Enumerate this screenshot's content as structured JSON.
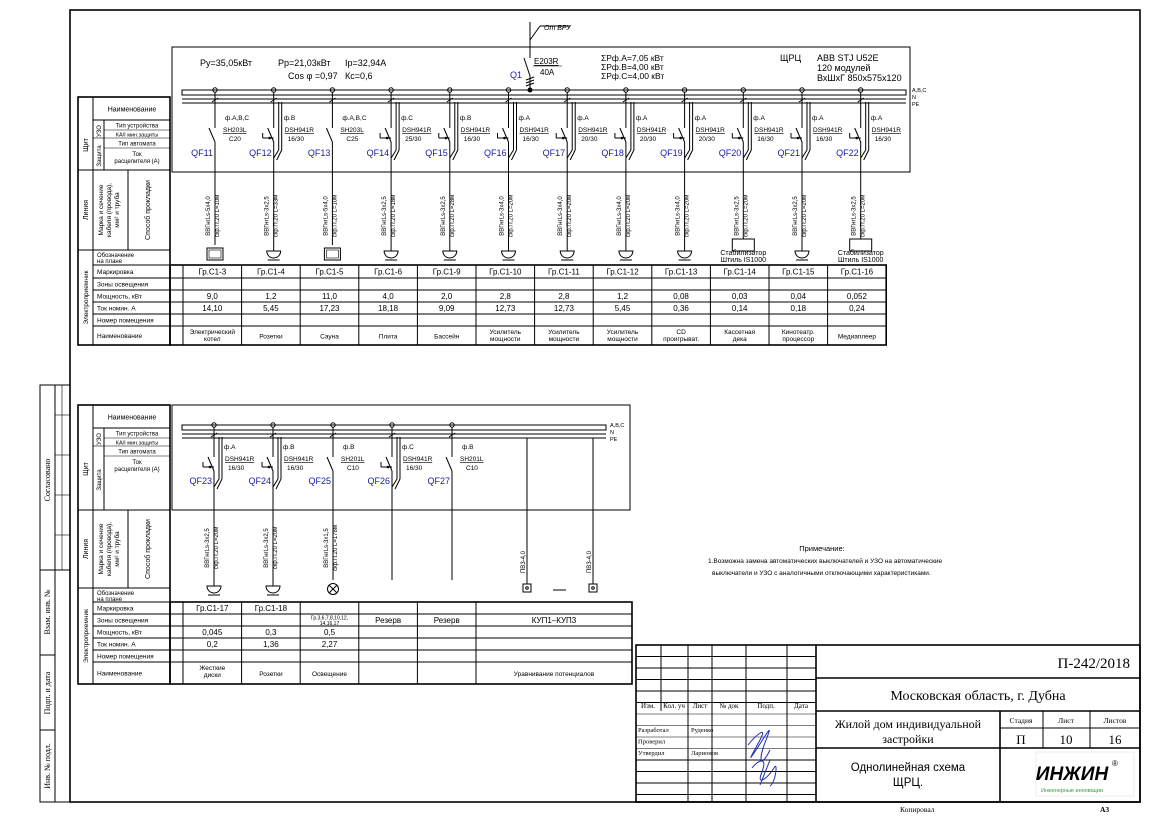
{
  "panel": {
    "py": "Ру=35,05кВт",
    "pp": "Рр=21,03кВт",
    "ip": "Iр=32,94А",
    "cos": "Cos φ =0,97",
    "kc": "Кс=0,6",
    "q1": "Q1",
    "feed": "От ВРУ",
    "main_model": "E203R",
    "main_rating": "40А",
    "phase_sums": [
      "ΣPф.А=7,05  кВт",
      "ΣPф.В=4,00  кВт",
      "ΣPф.С=4,00  кВт"
    ],
    "name": "ЩРЦ",
    "enclosure": [
      "ABB STJ U52E",
      "120 модулей",
      "ВхШхГ 850х575х120"
    ],
    "bus_labels": [
      "А,В,С",
      "N",
      "PE"
    ]
  },
  "row_labels": {
    "shield": "Щит",
    "rcd": "УЗО",
    "protection": "Защита",
    "line": "Линия",
    "receiver": "Электроприемник",
    "name_header": "Наименование",
    "device_type": "Тип устройства",
    "ka_min": "КА/I мин.защиты",
    "breaker_type": "Тип автомата",
    "trip_current": [
      "Ток",
      "расцепителя (А)"
    ],
    "cable_brand": [
      "Марка и сечение",
      "кабеля (провода),",
      "мм² и труба"
    ],
    "laying": "Способ прокладки",
    "plan_mark": [
      "Обозначение",
      "на плане"
    ],
    "marking": "Маркировка",
    "zones": "Зоны освещения",
    "power": "Мощность, кВт",
    "current": "Ток номин. А",
    "room": "Номер помещения",
    "name": "Наименование"
  },
  "top_circuits": [
    {
      "id": "QF11",
      "phase": "ф.А,В,С",
      "type": "mcb",
      "model": "SH203L",
      "rating": "C20",
      "cable": "ВВГнгLs-5х4,0",
      "route": "скр.П.20  L=10м",
      "load": "box",
      "group": "Гр.С1-3",
      "zone": "",
      "power": "9,0",
      "current": "14,10",
      "room": "",
      "name": [
        "Электрический",
        "котел"
      ]
    },
    {
      "id": "QF12",
      "phase": "ф.В",
      "type": "rcbo",
      "model": "DSH941R",
      "rating": "16/30",
      "cable": "ВВГнгLs-3х2,5",
      "route": "скр.П.20  L=33м",
      "load": "socket",
      "group": "Гр.С1-4",
      "zone": "",
      "power": "1,2",
      "current": "5,45",
      "room": "",
      "name": [
        "Розетки"
      ]
    },
    {
      "id": "QF13",
      "phase": "ф.А,В,С",
      "type": "mcb",
      "model": "SH203L",
      "rating": "C25",
      "cable": "ВВГнгLs-5х4,0",
      "route": "скр.П.20  L=10м",
      "load": "box",
      "group": "Гр.С1-5",
      "zone": "",
      "power": "11,0",
      "current": "17,23",
      "room": "",
      "name": [
        "Сауна"
      ]
    },
    {
      "id": "QF14",
      "phase": "ф.С",
      "type": "rcbo",
      "model": "DSH941R",
      "rating": "25/30",
      "cable": "ВВГнгLs-3х2,5",
      "route": "скр.П.20  L=18м",
      "load": "socket",
      "group": "Гр.С1-6",
      "zone": "",
      "power": "4,0",
      "current": "18,18",
      "room": "",
      "name": [
        "Плита"
      ]
    },
    {
      "id": "QF15",
      "phase": "ф.В",
      "type": "rcbo",
      "model": "DSH941R",
      "rating": "16/30",
      "cable": "ВВГнгLs-3х2,5",
      "route": "скр.П.20  L=28м",
      "load": "socket",
      "group": "Гр.С1-9",
      "zone": "",
      "power": "2,0",
      "current": "9,09",
      "room": "",
      "name": [
        "Бассейн"
      ]
    },
    {
      "id": "QF16",
      "phase": "ф.А",
      "type": "rcbo",
      "model": "DSH941R",
      "rating": "16/30",
      "cable": "ВВГнгLs-3х4,0",
      "route": "скр.П.20  L=20м",
      "load": "socket",
      "group": "Гр.С1-10",
      "zone": "",
      "power": "2,8",
      "current": "12,73",
      "room": "",
      "name": [
        "Усилитель",
        "мощности"
      ]
    },
    {
      "id": "QF17",
      "phase": "ф.А",
      "type": "rcbo",
      "model": "DSH941R",
      "rating": "20/30",
      "cable": "ВВГнгLs-3х4,0",
      "route": "скр.П.20  L=20м",
      "load": "socket",
      "group": "Гр.С1-11",
      "zone": "",
      "power": "2,8",
      "current": "12,73",
      "room": "",
      "name": [
        "Усилитель",
        "мощности"
      ]
    },
    {
      "id": "QF18",
      "phase": "ф.А",
      "type": "rcbo",
      "model": "DSH941R",
      "rating": "20/30",
      "cable": "ВВГнгLs-3х4,0",
      "route": "скр.П.20  L=20м",
      "load": "socket",
      "group": "Гр.С1-12",
      "zone": "",
      "power": "1,2",
      "current": "5,45",
      "room": "",
      "name": [
        "Усилитель",
        "мощности"
      ]
    },
    {
      "id": "QF19",
      "phase": "ф.А",
      "type": "rcbo",
      "model": "DSH941R",
      "rating": "20/30",
      "cable": "ВВГнгLs-3х4,0",
      "route": "скр.П.20  L=20м",
      "load": "socket",
      "group": "Гр.С1-13",
      "zone": "",
      "power": "0,08",
      "current": "0,36",
      "room": "",
      "name": [
        "CD",
        "проигрыват."
      ]
    },
    {
      "id": "QF20",
      "phase": "ф.А",
      "type": "rcbo",
      "model": "DSH941R",
      "rating": "16/30",
      "cable": "ВВГнгLs-3х2,5",
      "route": "скр.П.20  L=20м",
      "load": "stabilizer",
      "load_label": [
        "Стабилизатор",
        "Штиль IS1000"
      ],
      "group": "Гр.С1-14",
      "zone": "",
      "power": "0,03",
      "current": "0,14",
      "room": "",
      "name": [
        "Кассетная",
        "дека"
      ]
    },
    {
      "id": "QF21",
      "phase": "ф.А",
      "type": "rcbo",
      "model": "DSH941R",
      "rating": "16/30",
      "cable": "ВВГнгLs-3х2,5",
      "route": "скр.П.20  L=20м",
      "load": "socket",
      "group": "Гр.С1-15",
      "zone": "",
      "power": "0,04",
      "current": "0,18",
      "room": "",
      "name": [
        "Кинотеатр.",
        "процессор"
      ]
    },
    {
      "id": "QF22",
      "phase": "ф.А",
      "type": "rcbo",
      "model": "DSH941R",
      "rating": "16/30",
      "cable": "ВВГнгLs-3х2,5",
      "route": "скр.П.20  L=20м",
      "load": "stabilizer",
      "load_label": [
        "Стабилизатор",
        "Штиль IS1000"
      ],
      "group": "Гр.С1-16",
      "zone": "",
      "power": "0,052",
      "current": "0,24",
      "room": "",
      "name": [
        "Медиаплеер"
      ]
    }
  ],
  "bottom_circuits": [
    {
      "id": "QF23",
      "phase": "ф.А",
      "type": "rcbo",
      "model": "DSH941R",
      "rating": "16/30",
      "cable": "ВВГнгLs-3х2,5",
      "route": "скр.П.20  L=20м",
      "load": "socket"
    },
    {
      "id": "QF24",
      "phase": "ф.В",
      "type": "rcbo",
      "model": "DSH941R",
      "rating": "16/30",
      "cable": "ВВГнгLs-3х2,5",
      "route": "скр.П.20  L=20м",
      "load": "socket"
    },
    {
      "id": "QF25",
      "phase": "ф.В",
      "type": "mcb",
      "model": "SH201L",
      "rating": "C10",
      "cable": "ВВГнгLs-3х1,5",
      "route": "скр.П.20  L=178м",
      "load": "lamp"
    },
    {
      "id": "QF26",
      "phase": "ф.С",
      "type": "rcbo",
      "model": "DSH941R",
      "rating": "16/30",
      "cable": "",
      "route": "",
      "load": ""
    },
    {
      "id": "QF27",
      "phase": "ф.В",
      "type": "mcb",
      "model": "SH201L",
      "rating": "C10",
      "cable": "",
      "route": "",
      "load": ""
    }
  ],
  "pe_lines": [
    {
      "cable": "ПВ3-4,0"
    },
    {
      "cable": "ПВ3-4,0"
    }
  ],
  "bottom_table": [
    {
      "group": "Гр.С1-17",
      "zone": "",
      "power": "0,045",
      "current": "0,2",
      "room": "",
      "name": [
        "Жесткие",
        "диски"
      ]
    },
    {
      "group": "Гр.С1-18",
      "zone": "",
      "power": "0,3",
      "current": "1,36",
      "room": "",
      "name": [
        "Розетки"
      ]
    },
    {
      "group": "",
      "zone": [
        "Гр.3,6,7,8,10,12,",
        "14,16,17"
      ],
      "power": "0,5",
      "current": "2,27",
      "room": "",
      "name": [
        "Освещение"
      ]
    },
    {
      "group": "",
      "zone": "Резерв",
      "power": "",
      "current": "",
      "room": "",
      "name": []
    },
    {
      "group": "",
      "zone": "Резерв",
      "power": "",
      "current": "",
      "room": "",
      "name": []
    },
    {
      "group": "",
      "zone": "КУП1–КУП3",
      "power": "",
      "current": "",
      "room": "",
      "name": [
        "Уравнивание потенциалов"
      ]
    }
  ],
  "notes": {
    "title": "Примечание:",
    "lines": [
      "1.Возможна замена автоматических выключателей и УЗО на автоматические",
      "выключатели и УЗО с аналогичными отключающими характеристиками."
    ]
  },
  "side_stamp": {
    "agreed": "Согласовано",
    "replace_inv": "Взам. инв. №",
    "sign_date": "Подп. и дата",
    "inv_orig": "Инв. № подл."
  },
  "title_block": {
    "doc_code": "П-242/2018",
    "location": "Московская область, г. Дубна",
    "object": [
      "Жилой дом индивидуальной",
      "застройки"
    ],
    "sheet_title": [
      "Однолинейная схема",
      "ЩРЦ."
    ],
    "col_headers": [
      "Изм.",
      "Кол. уч",
      "Лист",
      "№ док",
      "Подп.",
      "Дата"
    ],
    "roles": [
      {
        "role": "Разработал",
        "name": "Руденко"
      },
      {
        "role": "Проверил",
        "name": ""
      },
      {
        "role": "Утвердил",
        "name": "Ларионов"
      }
    ],
    "stage_label": "Стадия",
    "sheet_label": "Лист",
    "sheets_label": "Листов",
    "stage": "П",
    "sheet": "10",
    "sheets": "16",
    "logo_text": "ИНЖИН",
    "logo_sub": "Инженерные инновации",
    "logo_reg": "®",
    "copied": "Копировал",
    "format": "А3",
    "colors": {
      "logo_green": "#3a9a3a",
      "qf_blue": "#1a1aa8",
      "signature": "#1f2fb0"
    }
  }
}
